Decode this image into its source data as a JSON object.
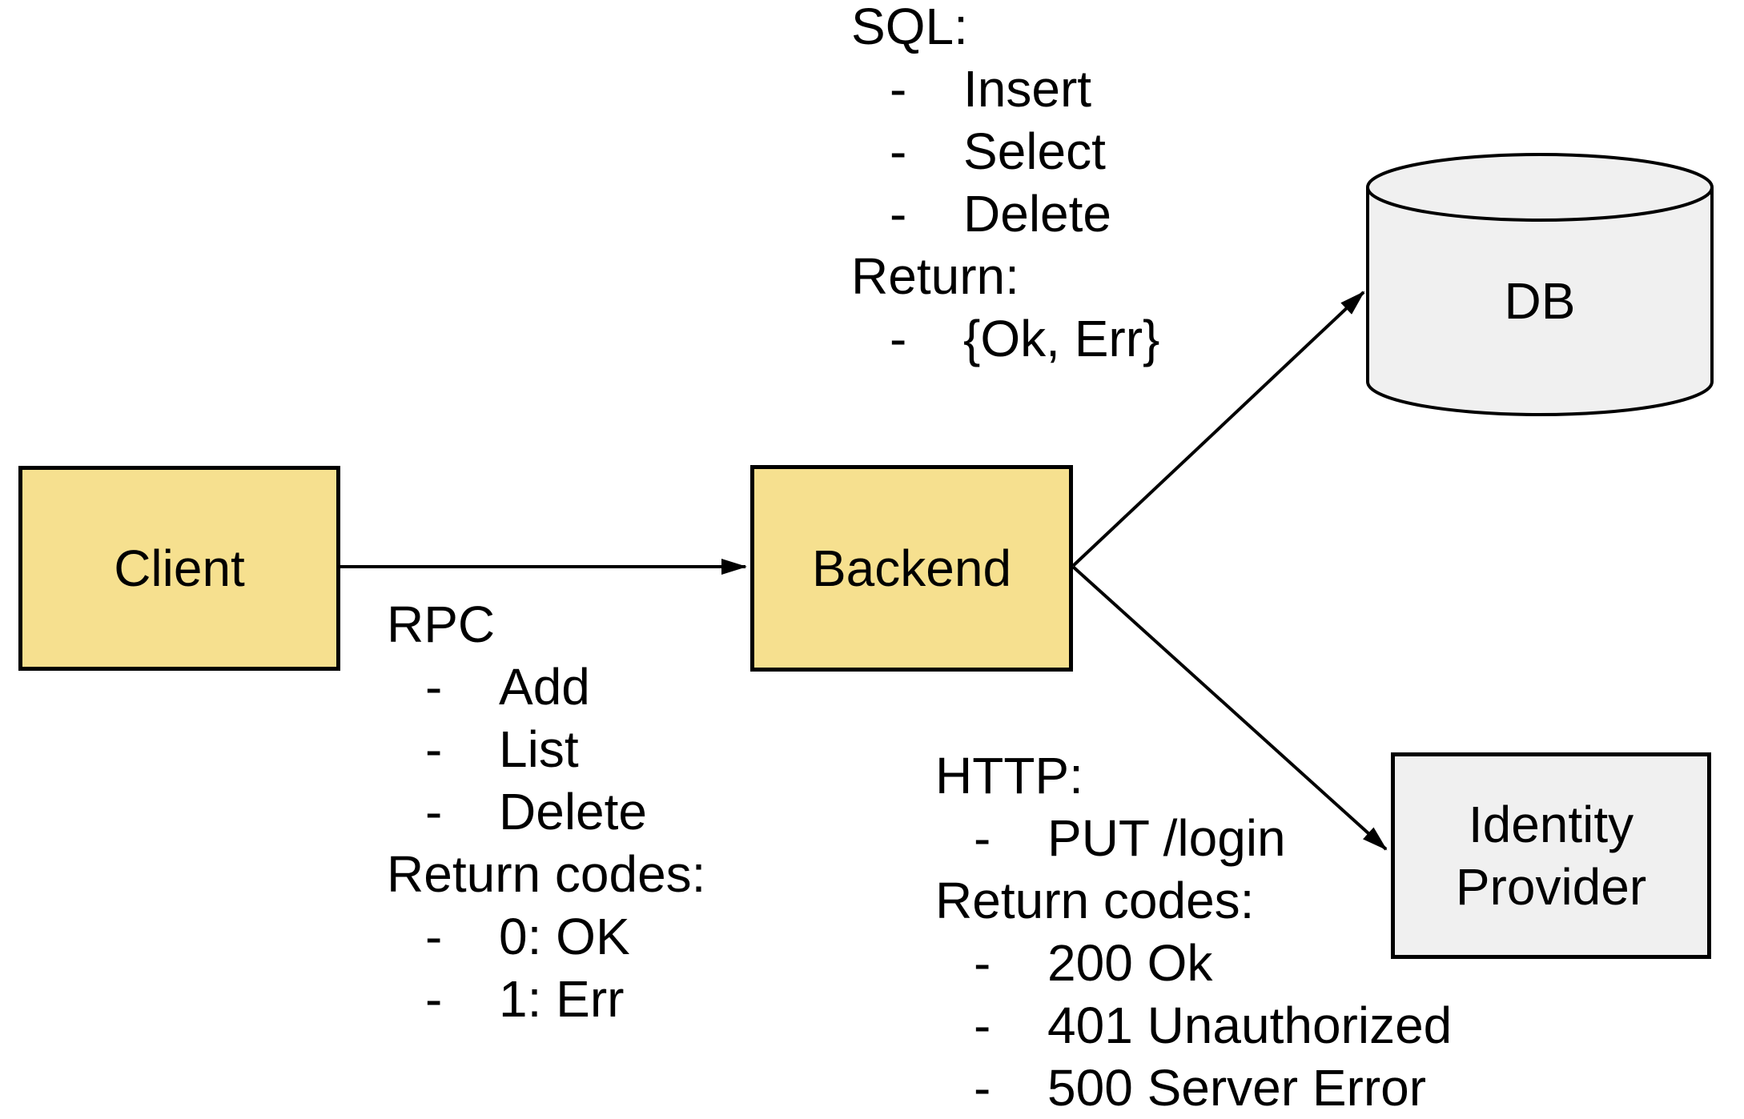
{
  "bullets": {
    "dash": "-"
  },
  "nodes": {
    "client": {
      "label": "Client"
    },
    "backend": {
      "label": "Backend"
    },
    "db": {
      "label": "DB"
    },
    "idp": {
      "label_lines": [
        "Identity",
        "Provider"
      ]
    }
  },
  "annotations": {
    "rpc": {
      "title": "RPC",
      "items": [
        "Add",
        "List",
        "Delete"
      ],
      "return_title": "Return codes:",
      "return_items": [
        "0: OK",
        "1: Err"
      ]
    },
    "sql": {
      "title": "SQL:",
      "items": [
        "Insert",
        "Select",
        "Delete"
      ],
      "return_title": "Return:",
      "return_items": [
        "{Ok, Err}"
      ]
    },
    "http": {
      "title": "HTTP:",
      "items": [
        "PUT /login"
      ],
      "return_title": "Return codes:",
      "return_items": [
        "200 Ok",
        "401 Unauthorized",
        "500 Server Error"
      ]
    }
  },
  "colors": {
    "node_yellow": "#f6e08f",
    "node_gray": "#f0f0f0",
    "stroke": "#000000",
    "background": "#ffffff"
  }
}
